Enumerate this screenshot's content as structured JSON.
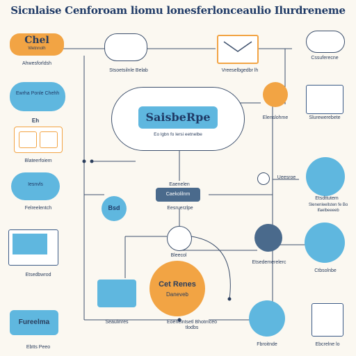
{
  "title": "Sicnlaise Cenforoam liomu lonesferlonceaulio Ilurdreneme",
  "top_left_pill": {
    "line1": "Chel",
    "line2": "Wetnnolh"
  },
  "left_labels": [
    "Ahwesforldsh",
    "Eh",
    "Blateerfoiem",
    "Felreelentch",
    "Etsedbwrod",
    "Ebtts Peeo"
  ],
  "left_blue_texts": [
    "Ewrha Ponle Chehh",
    "Iesnvls"
  ],
  "top_row_labels": [
    "Stsoetsilnle Belab",
    "Vreeselbgedbr lh",
    "Cssuferecne"
  ],
  "center_cloud": {
    "main": "SaisbeRpe",
    "caption": "Eo lgbn fo lersi eetnelbe"
  },
  "center_small": {
    "label": "Eaenelen",
    "box_text": "Caekolilnm",
    "caption": "Eesruerzlpe"
  },
  "small_blue_circle": "Bsd",
  "right_labels": [
    "Elenslohme",
    "Slurewerebete",
    "Etsdttutem",
    "Slenenleellsten fe Bo Ifaelbeeeeb",
    "Etsedemerelerc",
    "Ctbsolnbe",
    "Ebcrelne lo"
  ],
  "orange_big": {
    "line1": "Cet Renes",
    "line2": "Daneveb"
  },
  "bottom_labels": [
    "Seaulinres",
    "Eoenelntsetl Bhotmceo tlodbs",
    "Fbroitnde"
  ],
  "bottom_left_pill": "Fureelma",
  "small_node_label": "Ueesroe",
  "mid_label": "Bleecol",
  "colors": {
    "orange": "#f2a444",
    "blue": "#5fb7df",
    "navy": "#2a3d5c",
    "slate": "#4a6a8c"
  }
}
